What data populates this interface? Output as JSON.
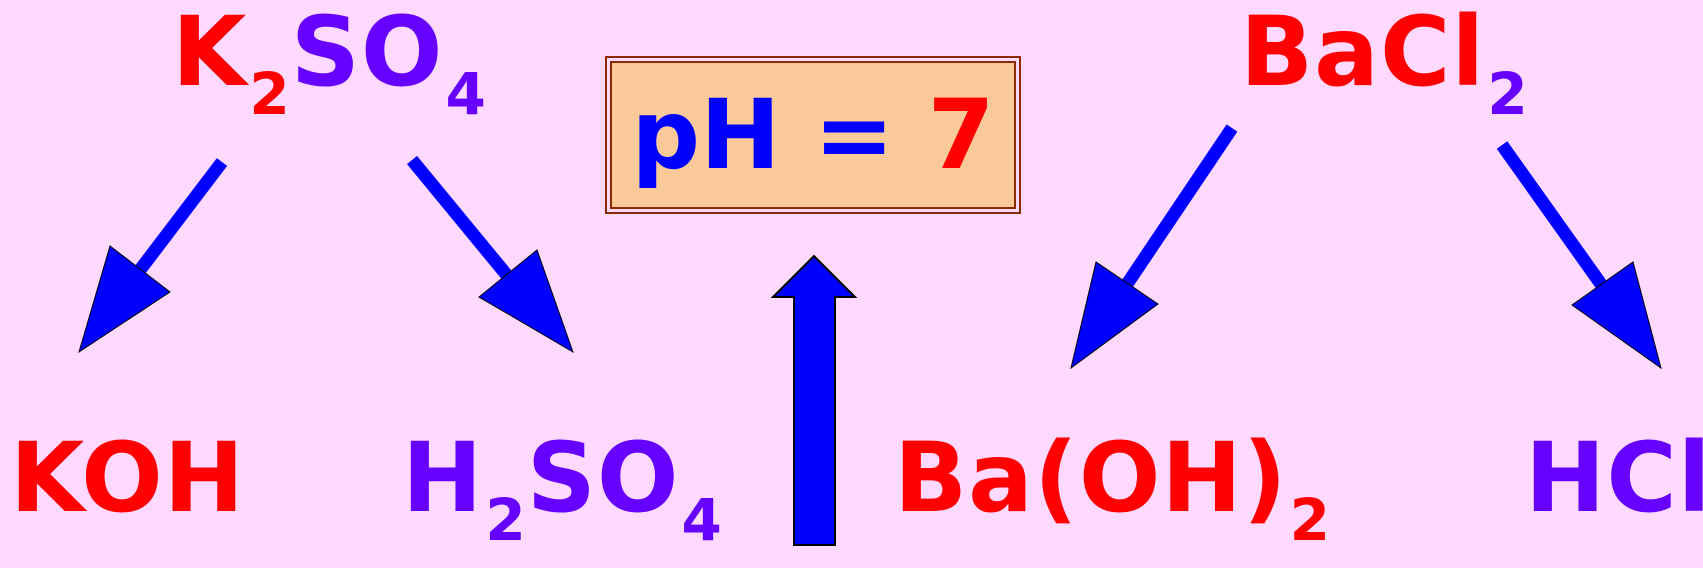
{
  "diagram": {
    "salts": [
      {
        "base": "K",
        "sub": "2",
        "rest": "SO",
        "sub2": "4"
      },
      {
        "base": "BaCl",
        "sub": "2"
      }
    ],
    "products": {
      "koh": "KOH",
      "h2so4": {
        "a": "H",
        "sub": "2",
        "b": "SO",
        "sub2": "4"
      },
      "baoh2": {
        "a": "Ba(OH)",
        "sub": "2"
      },
      "hcl": "HCl"
    },
    "ph": {
      "label": "pH",
      "eq": "=",
      "value": "7"
    },
    "colors": {
      "background": "#ffd9ff",
      "red": "#ff0000",
      "violet": "#6600ff",
      "blue": "#0000ff",
      "box": "#f9c99a",
      "box_border": "#8c2a00"
    }
  }
}
